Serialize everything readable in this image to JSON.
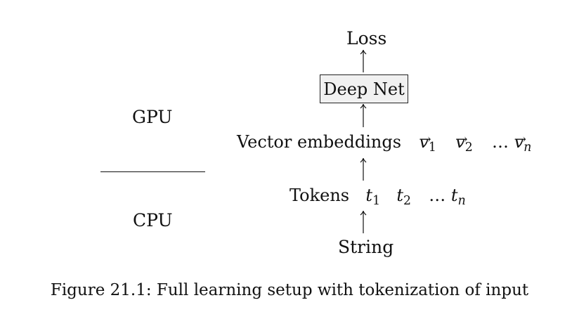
{
  "diagram": {
    "left_column": {
      "top_label": "GPU",
      "bottom_label": "CPU"
    },
    "pipeline": {
      "loss": "Loss",
      "model_box": "Deep Net",
      "embeddings": {
        "label": "Vector embeddings",
        "first": "v1",
        "second": "v2",
        "ellipsis": "…",
        "last": "vn"
      },
      "tokens": {
        "label": "Tokens",
        "first": "t1",
        "second": "t2",
        "ellipsis": "…",
        "last": "tn"
      },
      "input": "String"
    }
  },
  "caption": "Figure 21.1: Full learning setup with tokenization of input"
}
